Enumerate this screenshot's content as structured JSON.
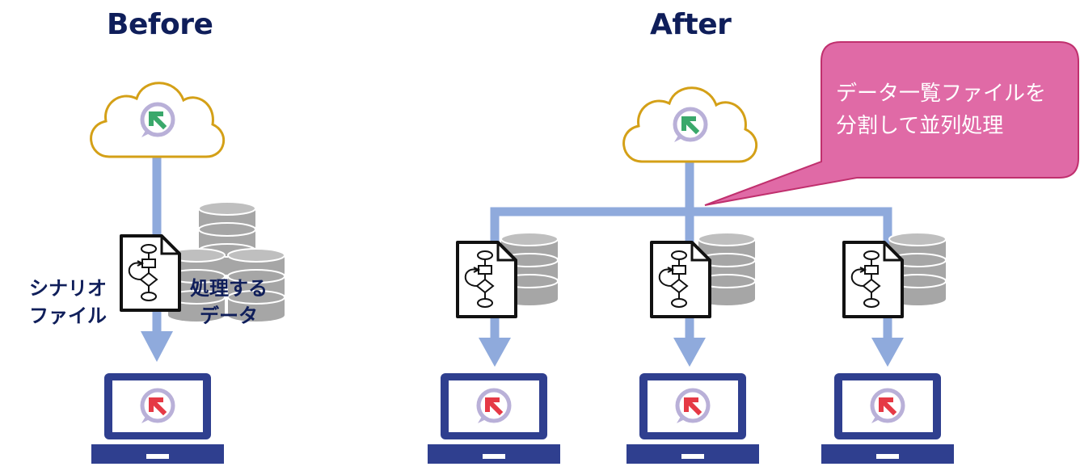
{
  "before": {
    "title": "Before",
    "scenario_label": [
      "シナリオ",
      "ファイル"
    ],
    "data_label": [
      "処理する",
      "データ"
    ]
  },
  "after": {
    "title": "After",
    "callout": [
      "データ一覧ファイルを",
      "分割して並列処理"
    ]
  },
  "colors": {
    "title": "#0f1e5a",
    "arrow": "#8faadc",
    "cloud_outline": "#d4a017",
    "laptop": "#2f3f8f",
    "callout_fill": "#e06aa6",
    "callout_stroke": "#c0306e",
    "database": "#a6a6a6",
    "icon_ring": "#b9b0d8",
    "cloud_arrow": "#3aa86b",
    "laptop_arrow": "#e53945"
  }
}
